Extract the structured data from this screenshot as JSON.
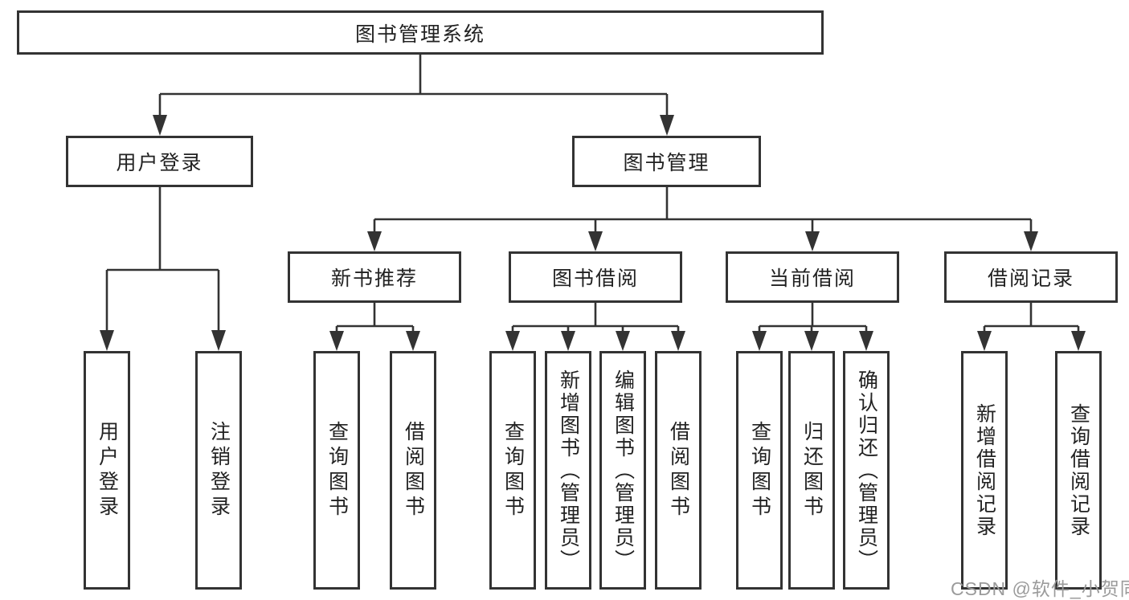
{
  "diagram": {
    "title": "图书管理系统",
    "root": {
      "label": "图书管理系统"
    },
    "level2": [
      {
        "label": "用户登录"
      },
      {
        "label": "图书管理"
      }
    ],
    "level3": [
      {
        "label": "新书推荐"
      },
      {
        "label": "图书借阅"
      },
      {
        "label": "当前借阅"
      },
      {
        "label": "借阅记录"
      }
    ],
    "leaves": {
      "user_login": [
        "用户登录",
        "注销登录"
      ],
      "new_book_rec": [
        "查询图书",
        "借阅图书"
      ],
      "book_borrow": [
        "查询图书",
        "新增图书（管理员）",
        "编辑图书（管理员）",
        "借阅图书"
      ],
      "current_borrow": [
        "查询图书",
        "归还图书",
        "确认归还（管理员）"
      ],
      "borrow_records": [
        "新增借阅记录",
        "查询借阅记录"
      ]
    }
  },
  "watermark": "CSDN @软件_小贺同学",
  "colors": {
    "line": "#333333",
    "text": "#222222",
    "watermark": "#9b9b9b",
    "background": "#ffffff"
  }
}
